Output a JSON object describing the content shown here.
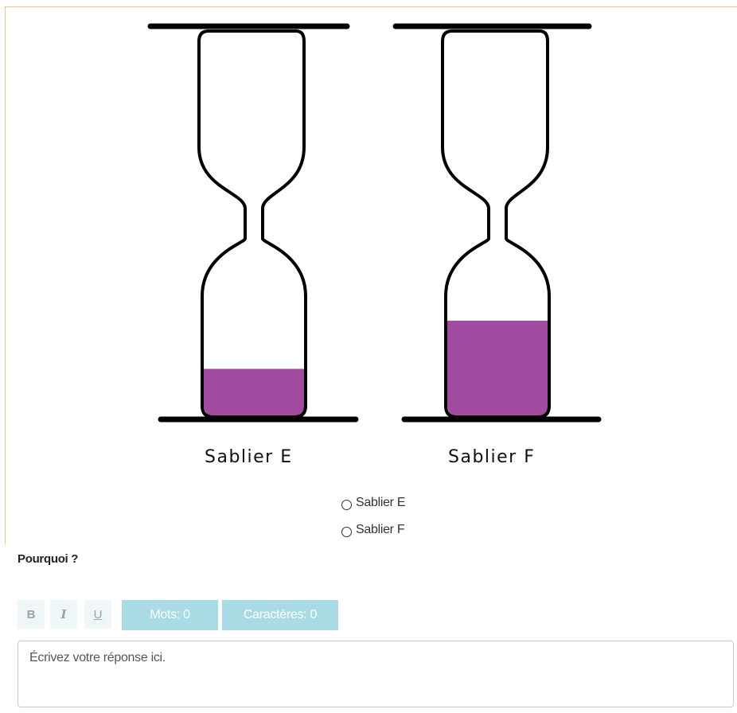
{
  "figure": {
    "hourglasses": [
      {
        "caption": "Sablier E",
        "sand_fill_fraction": 0.28
      },
      {
        "caption": "Sablier F",
        "sand_fill_fraction": 0.56
      }
    ],
    "sand_color": "#a04ba0",
    "outline_color": "#000000"
  },
  "choices": {
    "options": [
      {
        "label": "Sablier E",
        "selected": false
      },
      {
        "label": "Sablier F",
        "selected": false
      }
    ]
  },
  "question": {
    "label": "Pourquoi ?"
  },
  "editor": {
    "bold_label": "B",
    "italic_label": "I",
    "underline_label": "U",
    "words_label": "Mots: 0",
    "chars_label": "Caractères: 0",
    "placeholder": "Écrivez votre réponse ici."
  },
  "colors": {
    "panel_border": "#f2c98a",
    "counter_bg": "#a9dbe4",
    "format_btn_bg": "#eef6f7"
  }
}
